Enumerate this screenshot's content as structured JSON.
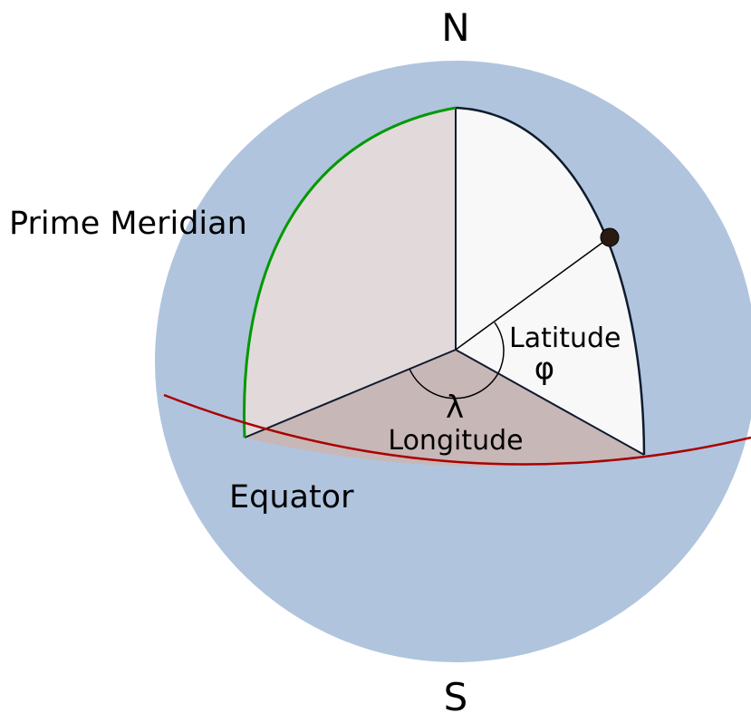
{
  "labels": {
    "north": "N",
    "south": "S",
    "prime_meridian": "Prime Meridian",
    "equator": "Equator",
    "latitude": "Latitude",
    "latitude_symbol": "φ",
    "longitude": "Longitude",
    "longitude_symbol": "λ"
  },
  "colors": {
    "sphere": "#b0c4de",
    "prime_meridian_line": "#009900",
    "equator_line": "#aa0000",
    "prime_meridian_plane": "#e2d9da",
    "longitude_wedge": "#c8b7b7",
    "latitude_plane": "#f8f8f8",
    "edge": "#0f1b2d",
    "point": "#2b1a12"
  }
}
